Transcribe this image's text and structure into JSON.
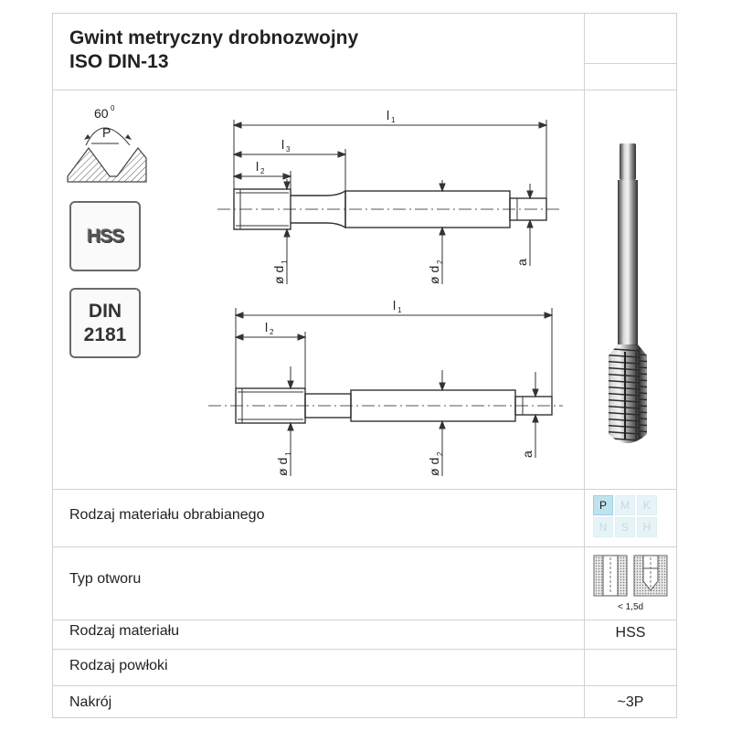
{
  "header": {
    "title_line1": "Gwint metryczny drobnozwojny",
    "title_line2": "ISO DIN-13"
  },
  "thread_profile": {
    "angle_label": "60",
    "angle_unit": "0",
    "pitch_label": "P"
  },
  "badges": {
    "material_badge": "HSS",
    "standard_line1": "DIN",
    "standard_line2": "2181"
  },
  "drawing": {
    "top": {
      "l1": "l",
      "l1_sub": "1",
      "l3": "l",
      "l3_sub": "3",
      "l2": "l",
      "l2_sub": "2",
      "d1": "ø d",
      "d1_sub": "1",
      "d2": "ø d",
      "d2_sub": "2",
      "a": "a"
    },
    "bottom": {
      "l1": "l",
      "l1_sub": "1",
      "l2": "l",
      "l2_sub": "2",
      "d1": "ø d",
      "d1_sub": "1",
      "d2": "ø d",
      "d2_sub": "2",
      "a": "a"
    }
  },
  "specs": {
    "material_workpiece_label": "Rodzaj materiału obrabianego",
    "material_groups": [
      {
        "code": "P",
        "active": true
      },
      {
        "code": "M",
        "active": false
      },
      {
        "code": "K",
        "active": false
      },
      {
        "code": "N",
        "active": false
      },
      {
        "code": "S",
        "active": false
      },
      {
        "code": "H",
        "active": false
      }
    ],
    "hole_type_label": "Typ otworu",
    "hole_note": "< 1,5d",
    "tool_material_label": "Rodzaj materiału",
    "tool_material_value": "HSS",
    "coating_label": "Rodzaj powłoki",
    "coating_value": "",
    "cut_label": "Nakrój",
    "cut_value": "~3P"
  },
  "colors": {
    "grid_line": "#d2d2d2",
    "material_active": "#bfe3ee",
    "material_inactive": "#e6f3f7"
  }
}
